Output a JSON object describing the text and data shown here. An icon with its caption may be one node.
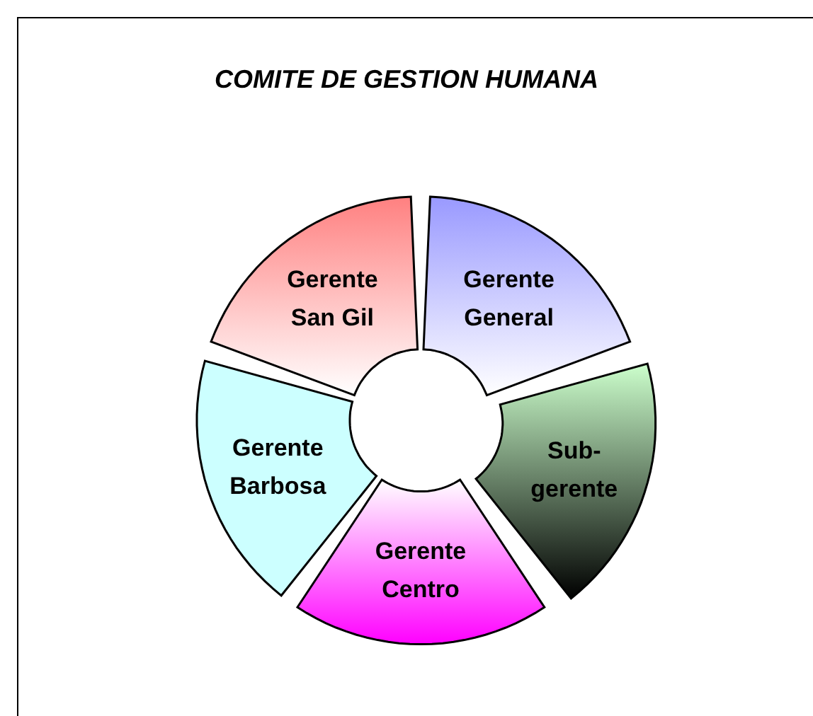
{
  "diagram": {
    "title": "COMITE DE GESTION HUMANA",
    "nodes": [
      {
        "text": [
          "Gerente San Gil"
        ]
      },
      {
        "text": [
          "Gerente General"
        ]
      },
      {
        "text": [
          "Sub-gerente"
        ]
      },
      {
        "text": [
          "Gerente Centro"
        ]
      },
      {
        "text": [
          "Gerente Barbosa"
        ]
      }
    ],
    "edges": []
  }
}
